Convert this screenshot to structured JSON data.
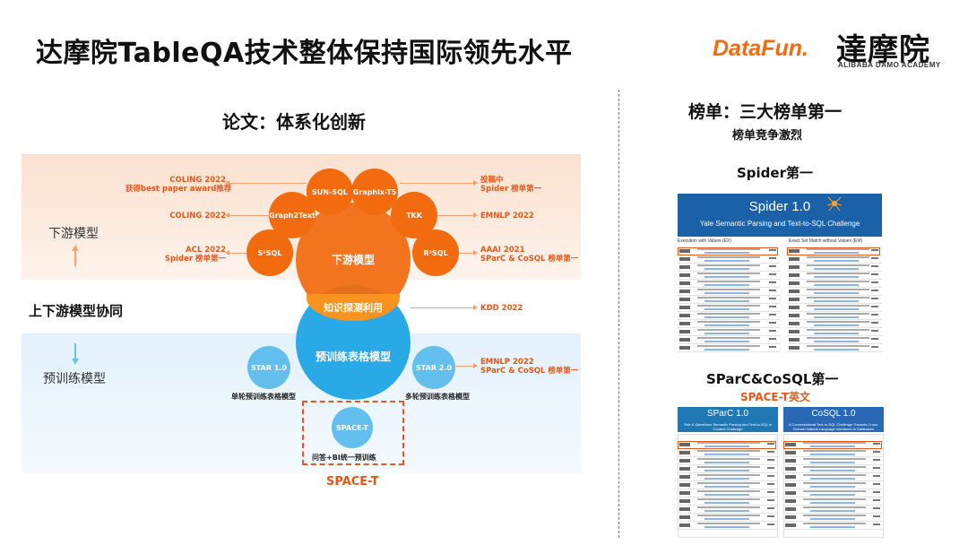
{
  "title": "达摩院TableQA技术整体保持国际领先水平",
  "logo": {
    "datafun": "DataFun.",
    "academy_cn": "達摩院",
    "academy_en": "ALIBABA DAMO ACADEMY"
  },
  "left": {
    "heading": "论文：体系化创新",
    "bands": {
      "downstream": "下游模型",
      "collab": "上下游模型协同",
      "pretrain": "预训练模型"
    },
    "circles": {
      "downstream_model": "下游模型",
      "knowledge_probe": "知识探测利用",
      "pretrain_table": "预训练表格模型",
      "sun_sql": "SUN-SQL",
      "graphix": "Graphix-T5",
      "graph2text": "Graph2Text",
      "tkk": "TKK",
      "s2sql": "S²SQL",
      "r2sql": "R²SQL",
      "star1": "STAR 1.0",
      "star2": "STAR 2.0",
      "space_t": "SPACE-T"
    },
    "captions": {
      "star1": "单轮预训练表格模型",
      "star2": "多轮预训练表格模型",
      "space_t": "问答+BI统一预训练"
    },
    "annotations_left": {
      "coling1_a": "COLING 2022",
      "coling1_b": "获得best paper award推荐",
      "coling2": "COLING 2022",
      "acl_a": "ACL 2022",
      "acl_b": "Spider 榜单第一"
    },
    "annotations_right": {
      "submit_a": "投稿中",
      "submit_b": "Spider 榜单第一",
      "emnlp1": "EMNLP 2022",
      "aaai_a": "AAAI 2021",
      "aaai_b": "SParC & CoSQL 榜单第一",
      "kdd": "KDD 2022",
      "emnlp2_a": "EMNLP 2022",
      "emnlp2_b": "SParC & CoSQL 榜单第一"
    },
    "space_t_footer": "SPACE-T"
  },
  "right": {
    "heading": "榜单：三大榜单第一",
    "subheading": "榜单竞争激烈",
    "spider_title": "Spider第一",
    "spider_banner": {
      "title": "Spider 1.0",
      "subtitle": "Yale Semantic Parsing and Text-to-SQL Challenge"
    },
    "spider_tables": {
      "left_head": "Execution with Values (EX)",
      "right_head": "Exact Set Match without Values (EM)"
    },
    "sparc_title": "SParC&CoSQL第一",
    "sparc_sub": "SPACE-T英文",
    "sparc_banner": {
      "title": "SParC 1.0",
      "subtitle": "Yale & Salesforce Semantic Parsing and Text-to-SQL in Context Challenge"
    },
    "cosql_banner": {
      "title": "CoSQL 1.0",
      "subtitle": "A Conversational Text-to-SQL Challenge Towards Cross-Domain Natural Language Interfaces to Databases"
    }
  }
}
